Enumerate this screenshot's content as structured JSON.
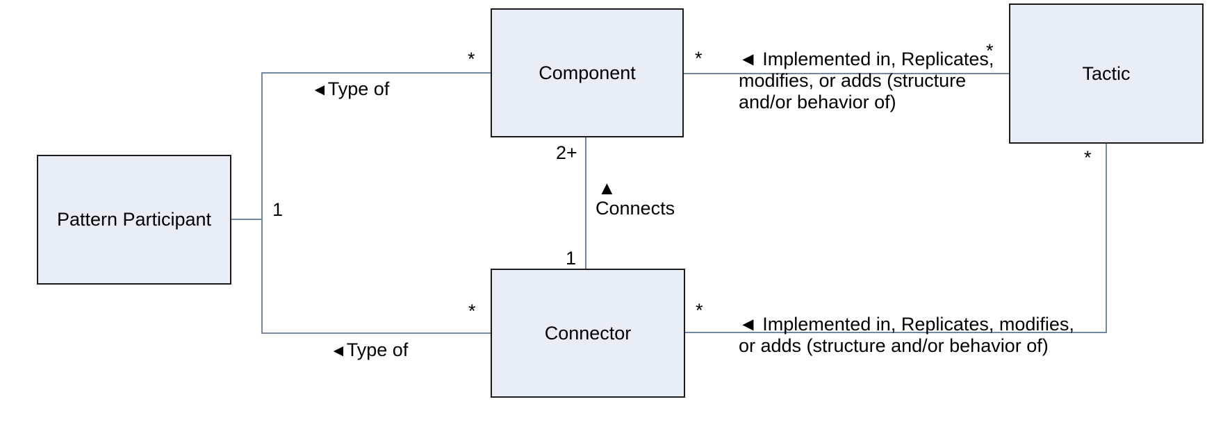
{
  "diagram": {
    "colors": {
      "background": "#ffffff",
      "box_fill": "#e9edf6",
      "box_border": "#1a1a1a",
      "line": "#7386a2",
      "text": "#000000"
    },
    "boxes": {
      "pattern_participant": {
        "label": "Pattern Participant"
      },
      "component": {
        "label": "Component"
      },
      "tactic": {
        "label": "Tactic"
      },
      "connector": {
        "label": "Connector"
      }
    },
    "relationships": {
      "pattern_participant_multiplicity": "1",
      "type_of_top": {
        "arrow": "◄",
        "text": "Type of",
        "mult_component": "*"
      },
      "type_of_bottom": {
        "arrow": "◄",
        "text": "Type of",
        "mult_connector": "*"
      },
      "component_tactic": {
        "line1": "◄ Implemented in, Replicates,",
        "line2": "modifies, or adds (structure",
        "line3": "and/or behavior of)",
        "mult_component": "*",
        "mult_tactic": "*"
      },
      "component_connector": {
        "arrow": "▲",
        "label": "Connects",
        "mult_component": "2+",
        "mult_connector": "1"
      },
      "connector_tactic": {
        "line1": "◄ Implemented in, Replicates, modifies,",
        "line2": "or adds (structure and/or behavior of)",
        "mult_connector": "*",
        "mult_tactic": "*"
      }
    }
  }
}
